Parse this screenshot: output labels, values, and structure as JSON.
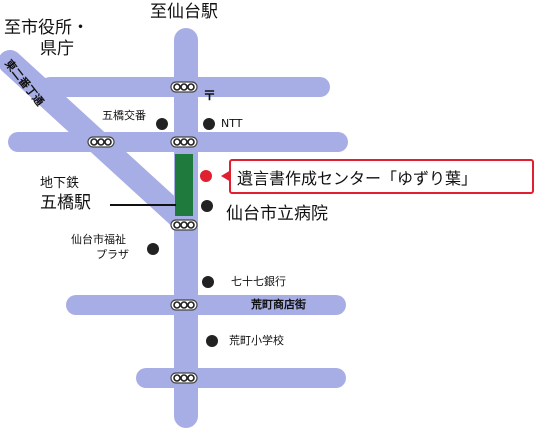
{
  "destinations": {
    "north": "至仙台駅",
    "northwest_line1": "至市役所・",
    "northwest_line2": "県庁"
  },
  "roads": {
    "diagonal_name": "東二番丁通",
    "arakawa_street": "荒町商店街"
  },
  "station": {
    "line_label": "地下鉄",
    "name": "五橋駅",
    "color": "#1f7a3d"
  },
  "landmarks": {
    "koban": "五橋交番",
    "post_symbol": "〒",
    "ntt": "NTT",
    "hospital": "仙台市立病院",
    "welfare_line1": "仙台市福祉",
    "welfare_line2": "プラザ",
    "bank": "七十七銀行",
    "school": "荒町小学校"
  },
  "target": {
    "label": "遺言書作成センター「ゆずり葉」",
    "marker_color": "#e02030"
  },
  "colors": {
    "road": "#a7aee6",
    "marker": "#222222",
    "highlight_border": "#e02030"
  }
}
